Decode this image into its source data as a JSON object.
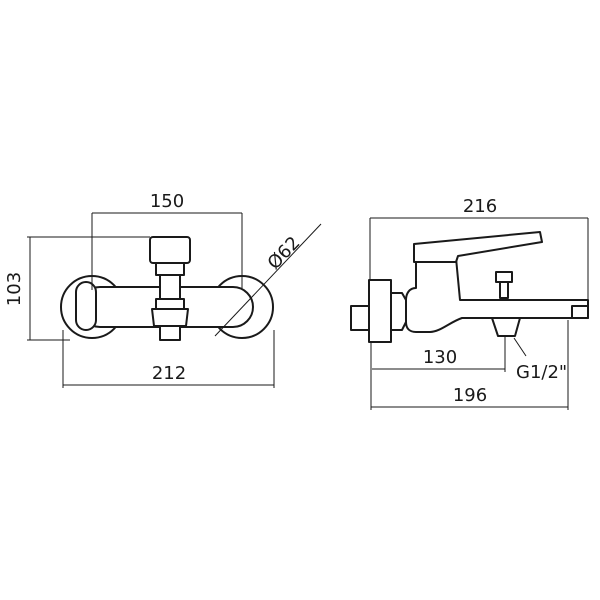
{
  "front_view": {
    "dim_width_top": "150",
    "dim_height": "103",
    "dim_diameter": "Ø62",
    "dim_width_bottom": "212"
  },
  "side_view": {
    "dim_depth_top": "216",
    "dim_inlet": "130",
    "dim_thread": "G1/2\"",
    "dim_depth_bottom": "196"
  }
}
